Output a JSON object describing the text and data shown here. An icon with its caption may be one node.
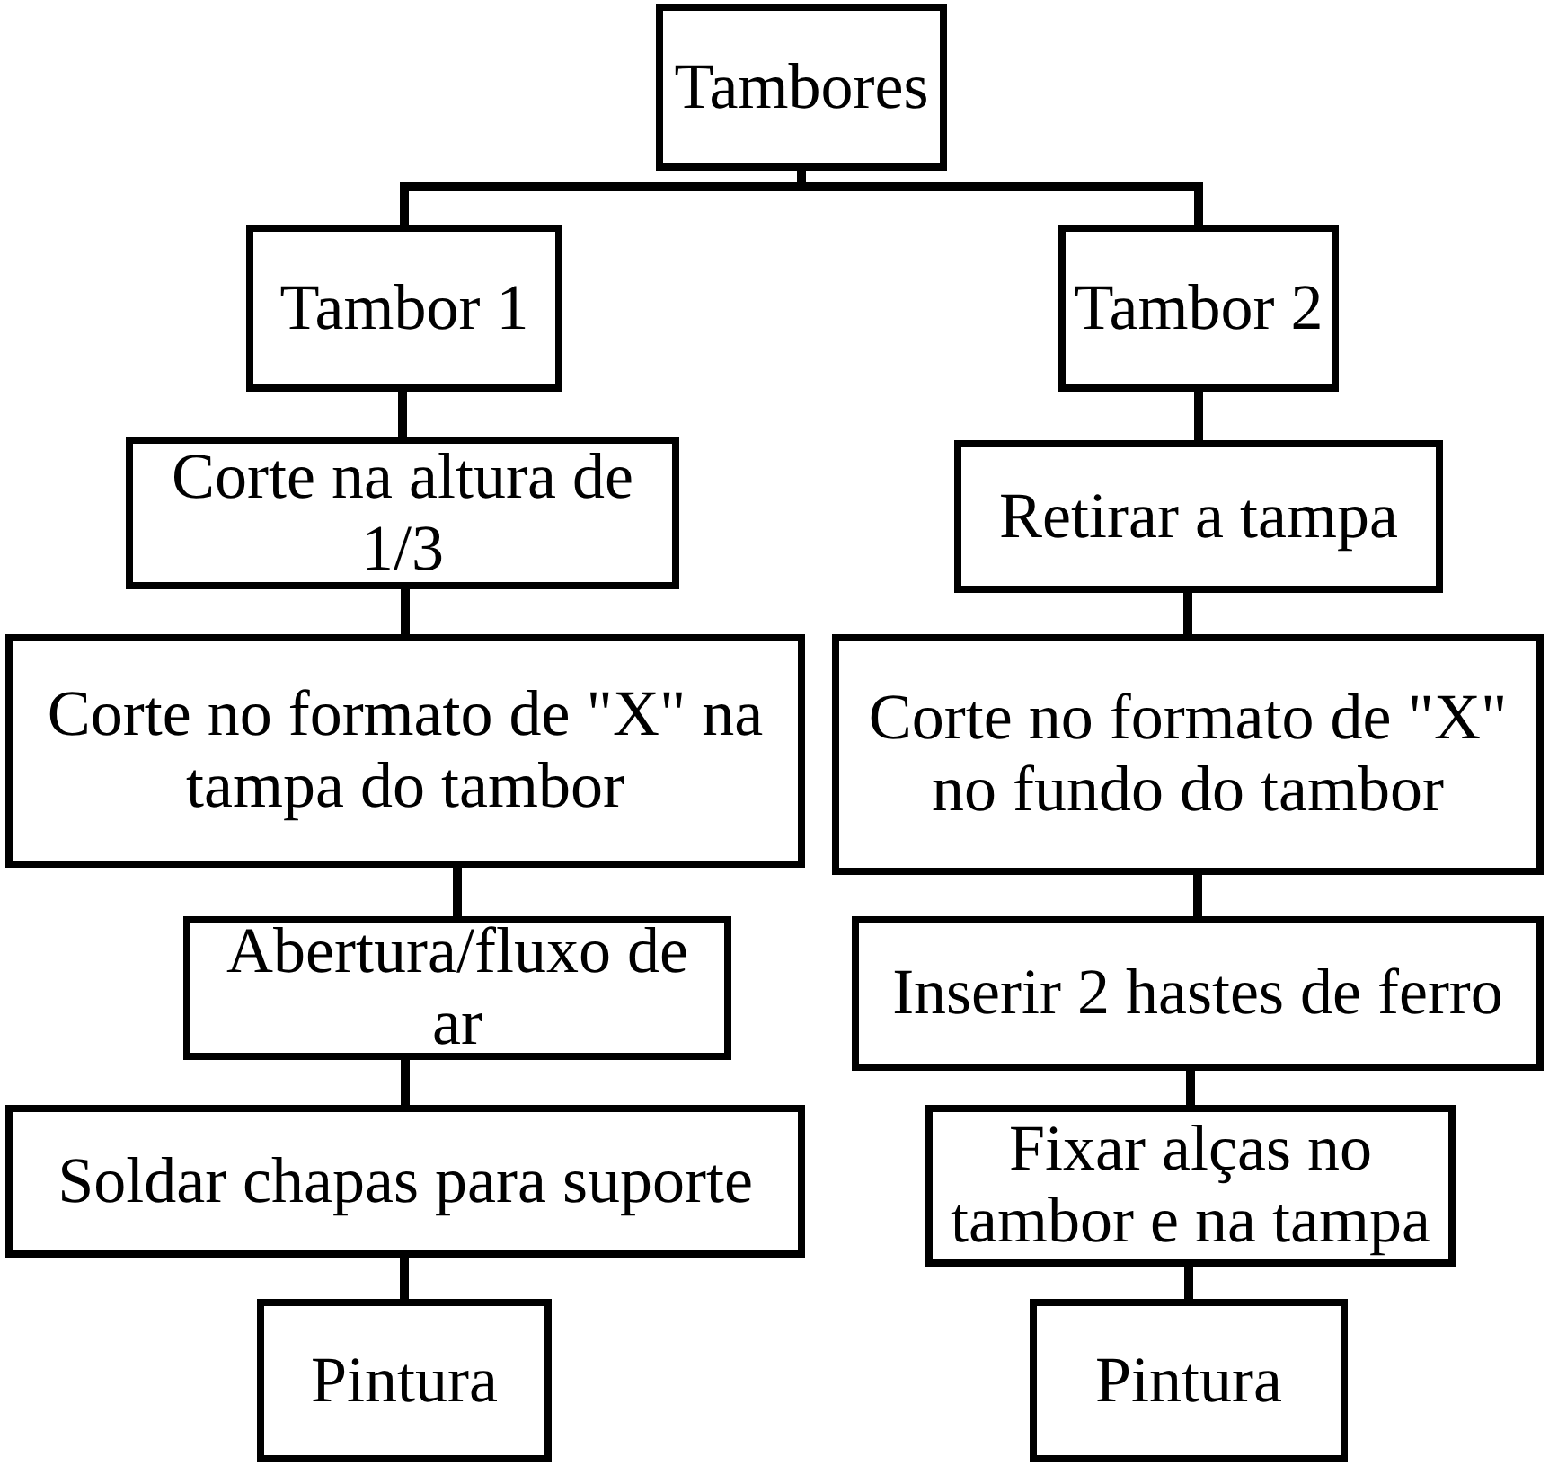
{
  "diagram": {
    "nodes": [
      {
        "text": [
          "Tambores"
        ]
      },
      {
        "text": [
          "Tambor 1"
        ]
      },
      {
        "text": [
          "Tambor 2"
        ]
      },
      {
        "text": [
          "Corte na altura de 1/3"
        ]
      },
      {
        "text": [
          "Retirar a tampa"
        ]
      },
      {
        "text": [
          "Corte no formato de \"X\" na tampa do tambor"
        ]
      },
      {
        "text": [
          "Corte no formato de \"X\" no fundo do tambor"
        ]
      },
      {
        "text": [
          "Abertura/fluxo de ar"
        ]
      },
      {
        "text": [
          "Inserir 2 hastes de ferro"
        ]
      },
      {
        "text": [
          "Soldar chapas para suporte"
        ]
      },
      {
        "text": [
          "Fixar alças no tambor e na tampa"
        ]
      },
      {
        "text": [
          "Pintura"
        ]
      },
      {
        "text": [
          "Pintura"
        ]
      }
    ],
    "edges": [
      {
        "from": 0,
        "to": 1,
        "arrow": "none"
      },
      {
        "from": 0,
        "to": 2,
        "arrow": "none"
      },
      {
        "from": 1,
        "to": 3,
        "arrow": "none"
      },
      {
        "from": 2,
        "to": 4,
        "arrow": "none"
      },
      {
        "from": 3,
        "to": 5,
        "arrow": "none"
      },
      {
        "from": 4,
        "to": 6,
        "arrow": "none"
      },
      {
        "from": 5,
        "to": 7,
        "arrow": "none"
      },
      {
        "from": 6,
        "to": 8,
        "arrow": "none"
      },
      {
        "from": 7,
        "to": 9,
        "arrow": "none"
      },
      {
        "from": 8,
        "to": 10,
        "arrow": "none"
      },
      {
        "from": 9,
        "to": 11,
        "arrow": "none"
      },
      {
        "from": 10,
        "to": 12,
        "arrow": "none"
      }
    ]
  }
}
